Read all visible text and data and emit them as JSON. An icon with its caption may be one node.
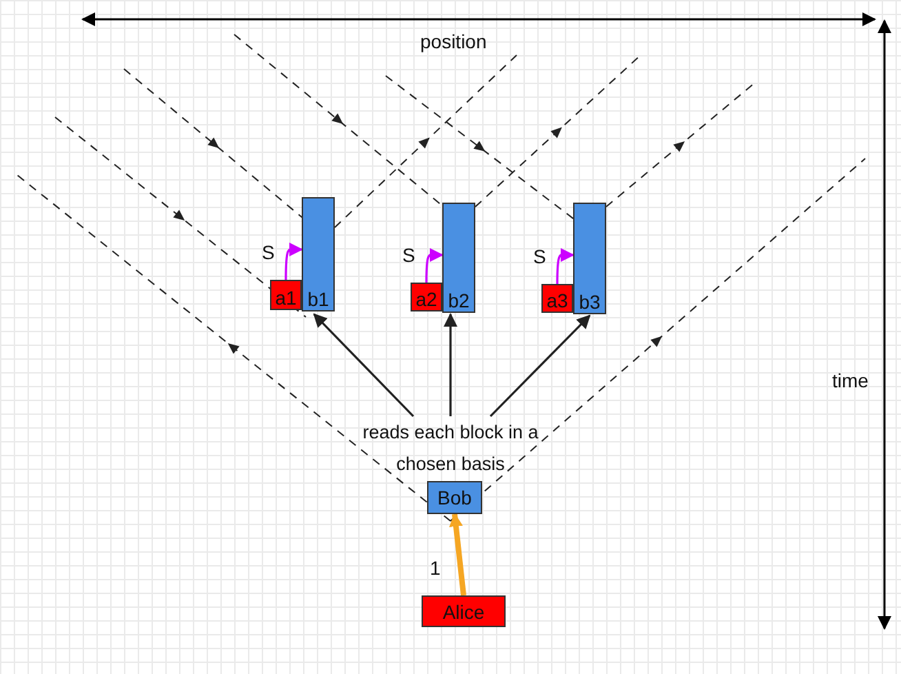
{
  "diagram": {
    "nodes": [
      {
        "text": [
          "Alice"
        ]
      },
      {
        "text": [
          "Bob"
        ]
      },
      {
        "text": [
          "a1"
        ]
      },
      {
        "text": [
          "b1"
        ]
      },
      {
        "text": [
          "a2"
        ]
      },
      {
        "text": [
          "b2"
        ]
      },
      {
        "text": [
          "a3"
        ]
      },
      {
        "text": [
          "b3"
        ]
      },
      {
        "text": [
          "reads each block in a chosen basis"
        ]
      }
    ],
    "edges": [
      {
        "from": 0,
        "to": 1,
        "arrow": "to",
        "label": "1",
        "style": "thick",
        "color": "#f5a623"
      },
      {
        "from": 2,
        "to": 3,
        "arrow": "to",
        "label": "S",
        "color": "#cc00ff"
      },
      {
        "from": 4,
        "to": 5,
        "arrow": "to",
        "label": "S",
        "color": "#cc00ff"
      },
      {
        "from": 6,
        "to": 7,
        "arrow": "to",
        "label": "S",
        "color": "#cc00ff"
      },
      {
        "from": 8,
        "to": 3,
        "arrow": "to",
        "color": "#222222"
      },
      {
        "from": 8,
        "to": 5,
        "arrow": "to",
        "color": "#222222"
      },
      {
        "from": 8,
        "to": 7,
        "arrow": "to",
        "color": "#222222"
      }
    ],
    "labels": [
      "position",
      "time"
    ]
  }
}
